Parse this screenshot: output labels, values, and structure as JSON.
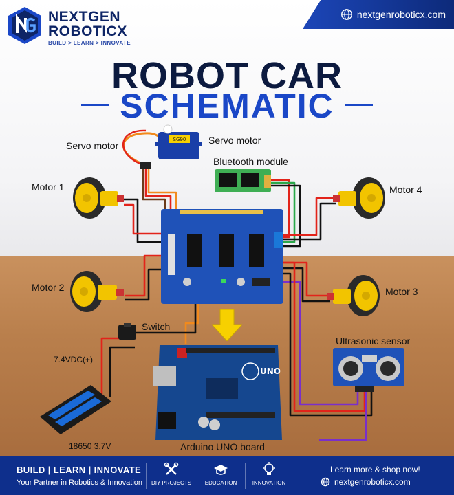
{
  "brand": {
    "name_line1": "NEXTGEN",
    "name_line2": "ROBOTICX",
    "tagline": "BUILD > LEARN > INNOVATE",
    "logo_icon": "ng-hexagon-logo"
  },
  "header": {
    "website": "nextgenroboticx.com",
    "website_icon": "globe-icon"
  },
  "title": {
    "line1": "ROBOT CAR",
    "line2": "SCHEMATIC"
  },
  "labels": {
    "servo_left": "Servo motor",
    "servo_right": "Servo motor",
    "bluetooth": "Bluetooth module",
    "motor1": "Motor 1",
    "motor2": "Motor 2",
    "motor3": "Motor 3",
    "motor4": "Motor 4",
    "switch": "Switch",
    "voltage": "7.4VDC(+)",
    "battery": "18650 3.7V",
    "arduino": "Arduino UNO board",
    "ultrasonic": "Ultrasonic sensor"
  },
  "board_text": {
    "uno": "UNO",
    "servo_sticker": "SG90"
  },
  "footer": {
    "links": "BUILD  |  LEARN  |  INNOVATE",
    "subtitle": "Your Partner in Robotics & Innovation",
    "items": [
      {
        "label": "DIY PROJECTS",
        "icon": "tools-icon"
      },
      {
        "label": "EDUCATION",
        "icon": "graduation-cap-icon"
      },
      {
        "label": "INNOVATION",
        "icon": "lightbulb-icon"
      }
    ],
    "cta": "Learn more & shop now!",
    "website": "nextgenroboticx.com"
  },
  "colors": {
    "brand_navy": "#0e2566",
    "brand_blue": "#1a47c7",
    "footer_bg": "#0e2f8c",
    "wire_red": "#e2231a",
    "wire_black": "#111111",
    "wire_orange": "#f28a1c",
    "wire_purple": "#7a2fc9",
    "wire_green": "#2aa84a",
    "arrow_yellow": "#f7d000"
  }
}
